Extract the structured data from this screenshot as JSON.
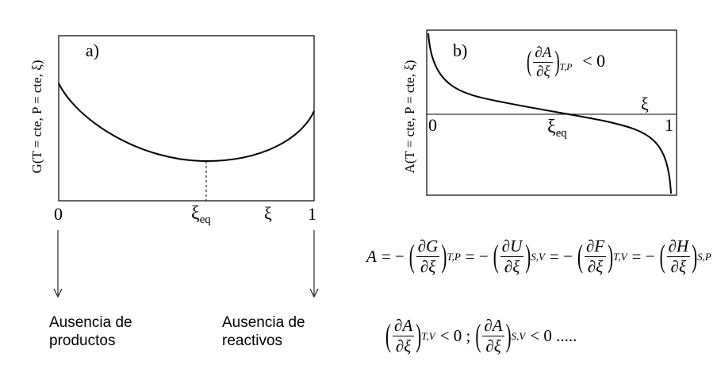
{
  "panel_a": {
    "label": "a)",
    "ylabel": "G(T = cte, P = cte, ξ)",
    "tick_0": "0",
    "tick_1": "1",
    "xi_eq": "ξ",
    "xi_eq_sub": "eq",
    "xi": "ξ",
    "caption_left_1": "Ausencia de",
    "caption_left_2": "productos",
    "caption_right_1": "Ausencia de",
    "caption_right_2": "reactivos"
  },
  "panel_b": {
    "label": "b)",
    "ylabel": "A(T = cte, P = cte, ξ)",
    "tick_0": "0",
    "tick_1": "1",
    "xi": "ξ",
    "xi_eq": "ξ",
    "xi_eq_sub": "eq",
    "inequality": {
      "num": "∂A",
      "den": "∂ξ",
      "sub": "T,P",
      "rel": "< 0"
    }
  },
  "equation_affinity": {
    "lhs": "A",
    "eq": "= −",
    "terms": [
      {
        "num": "∂G",
        "den": "∂ξ",
        "sub": "T,P"
      },
      {
        "num": "∂U",
        "den": "∂ξ",
        "sub": "S,V"
      },
      {
        "num": "∂F",
        "den": "∂ξ",
        "sub": "T,V"
      },
      {
        "num": "∂H",
        "den": "∂ξ",
        "sub": "S,P"
      }
    ],
    "sep": "= −"
  },
  "equation_conditions": {
    "terms": [
      {
        "num": "∂A",
        "den": "∂ξ",
        "sub": "T,V",
        "rel": "< 0 ;"
      },
      {
        "num": "∂A",
        "den": "∂ξ",
        "sub": "S,V",
        "rel": "< 0 ....."
      }
    ]
  }
}
